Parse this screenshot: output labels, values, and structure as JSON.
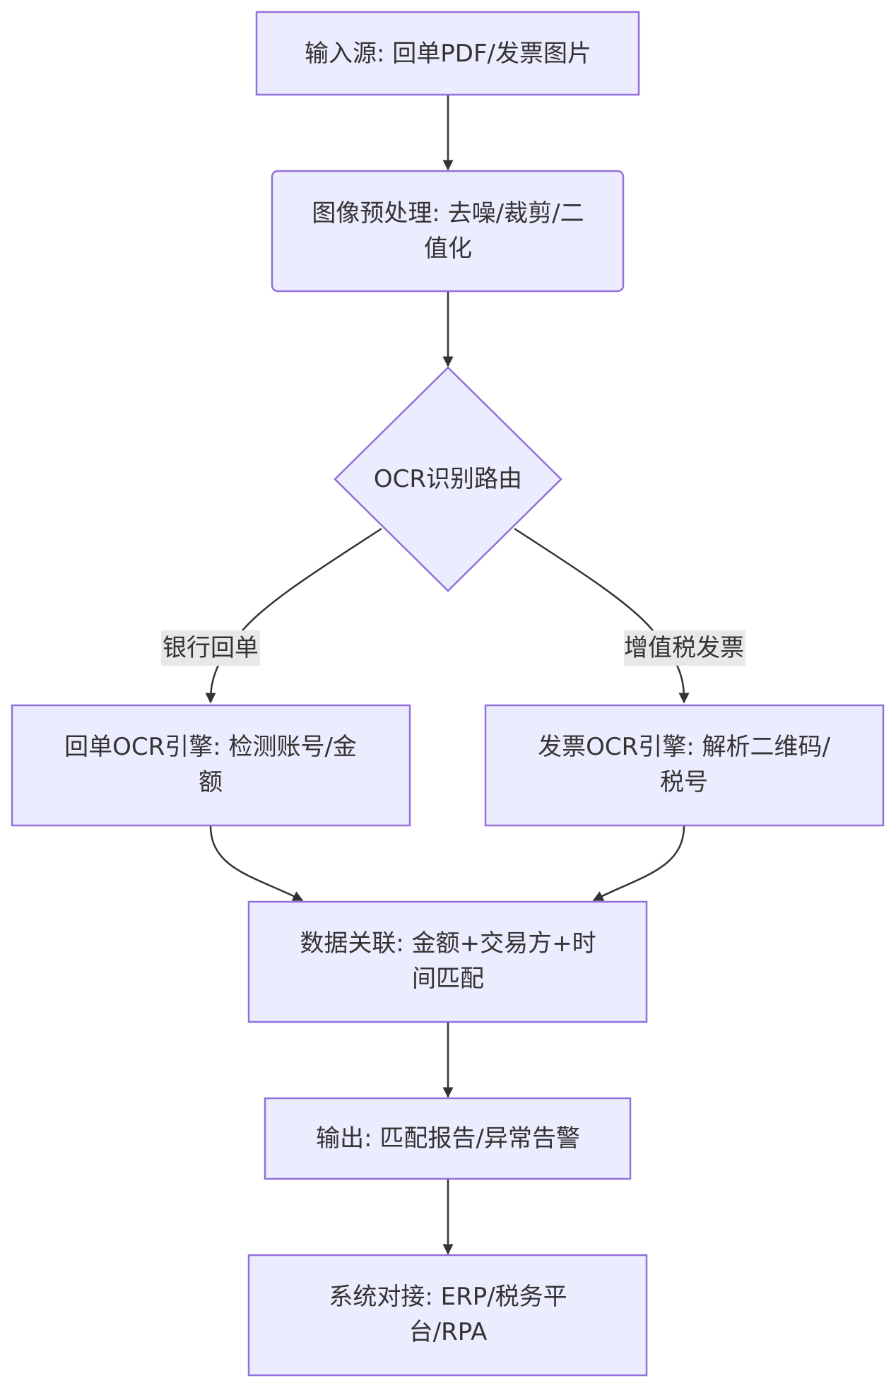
{
  "nodes": {
    "input": {
      "lines": [
        "输入源: 回单PDF/发票图片"
      ]
    },
    "preprocess": {
      "lines": [
        "图像预处理: 去噪/裁剪/二",
        "值化"
      ]
    },
    "router": {
      "lines": [
        "OCR识别路由"
      ]
    },
    "receipt_engine": {
      "lines": [
        "回单OCR引擎: 检测账号/金",
        "额"
      ]
    },
    "invoice_engine": {
      "lines": [
        "发票OCR引擎: 解析二维码/",
        "税号"
      ]
    },
    "association": {
      "lines": [
        "数据关联: 金额+交易方+时",
        "间匹配"
      ]
    },
    "output": {
      "lines": [
        "输出: 匹配报告/异常告警"
      ]
    },
    "integration": {
      "lines": [
        "系统对接: ERP/税务平",
        "台/RPA"
      ]
    }
  },
  "edges": {
    "bank_receipt": {
      "label": "银行回单"
    },
    "vat_invoice": {
      "label": "增值税发票"
    }
  },
  "colors": {
    "node_fill": "#ECECFF",
    "node_stroke": "#9370DB",
    "edge": "#333333",
    "edge_label_bg": "#E8E8E8",
    "text": "#333333"
  }
}
